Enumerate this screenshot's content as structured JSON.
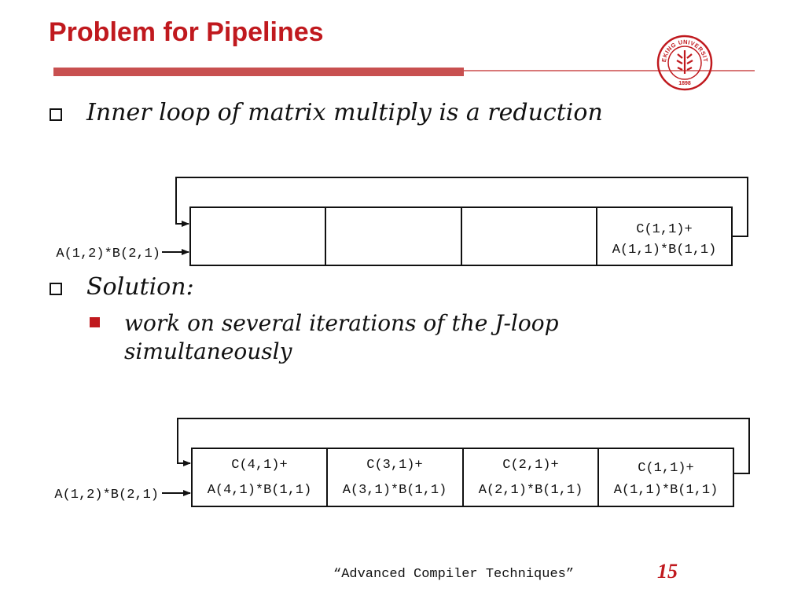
{
  "slide": {
    "title": "Problem for Pipelines",
    "bullets": [
      {
        "text": "Inner loop of matrix multiply is a reduction"
      },
      {
        "text": "Solution:",
        "sub": [
          "work on several iterations of the J-loop simultaneously"
        ]
      }
    ],
    "footer": "“Advanced Compiler Techniques”",
    "page_number": "15"
  },
  "logo": {
    "text": "PEKING UNIVERSITY",
    "year": "1898"
  },
  "diagram1": {
    "input": "A(1,2)*B(2,1)",
    "cells": [
      {
        "line1": "",
        "line2": ""
      },
      {
        "line1": "",
        "line2": ""
      },
      {
        "line1": "",
        "line2": ""
      },
      {
        "line1": "C(1,1)+",
        "line2": "A(1,1)*B(1,1)"
      }
    ]
  },
  "diagram2": {
    "input": "A(1,2)*B(2,1)",
    "cells": [
      {
        "line1": "C(4,1)+",
        "line2": "A(4,1)*B(1,1)"
      },
      {
        "line1": "C(3,1)+",
        "line2": "A(3,1)*B(1,1)"
      },
      {
        "line1": "C(2,1)+",
        "line2": "A(2,1)*B(1,1)"
      },
      {
        "line1": "C(1,1)+",
        "line2": "A(1,1)*B(1,1)"
      }
    ]
  },
  "colors": {
    "accent": "#c0191e"
  }
}
